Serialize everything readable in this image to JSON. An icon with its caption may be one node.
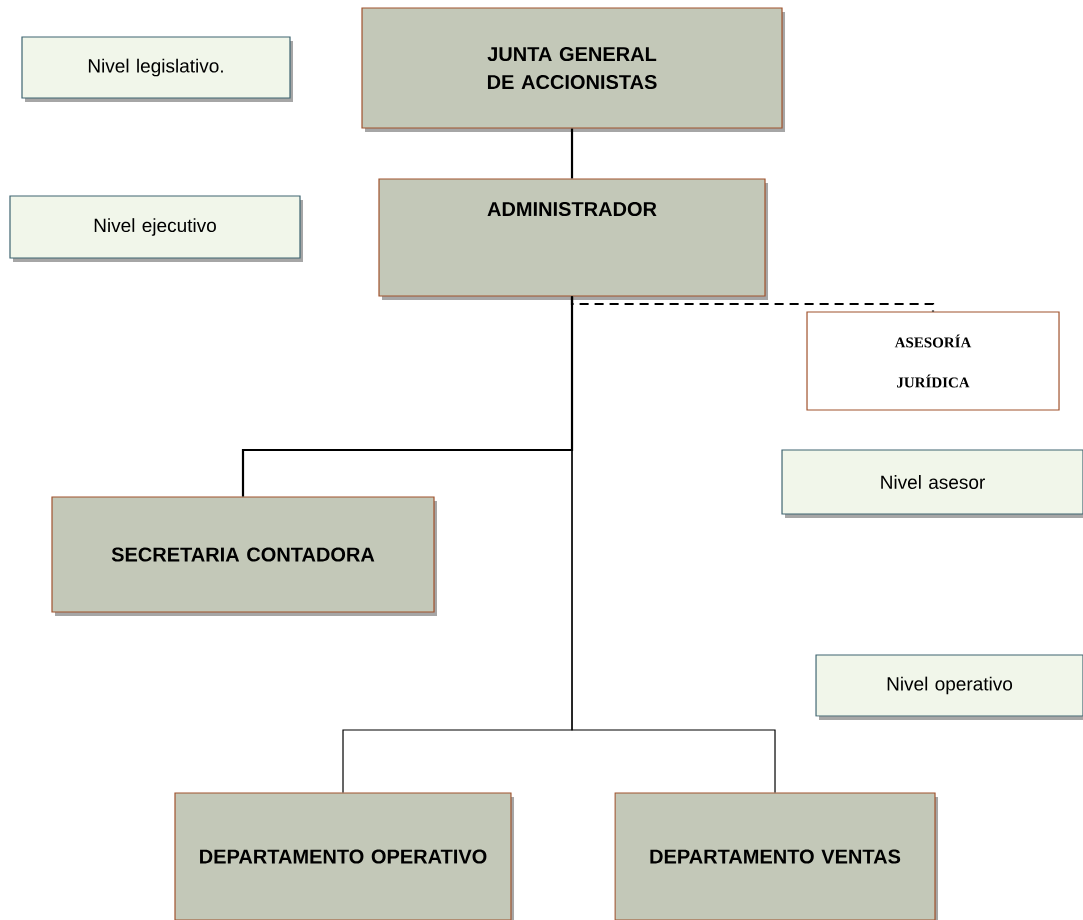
{
  "diagram": {
    "nodes": [
      {
        "text": [
          "Nivel legislativo."
        ]
      },
      {
        "text": [
          "JUNTA GENERAL DE ACCIONISTAS"
        ]
      },
      {
        "text": [
          "Nivel ejecutivo"
        ]
      },
      {
        "text": [
          "ADMINISTRADOR"
        ]
      },
      {
        "text": [
          "ASESORÍA JURÍDICA"
        ]
      },
      {
        "text": [
          "Nivel asesor"
        ]
      },
      {
        "text": [
          "SECRETARIA CONTADORA"
        ]
      },
      {
        "text": [
          "Nivel operativo"
        ]
      },
      {
        "text": [
          "DEPARTAMENTO OPERATIVO"
        ]
      },
      {
        "text": [
          "DEPARTAMENTO VENTAS"
        ]
      }
    ],
    "edges": [
      {
        "from": 1,
        "to": 3,
        "arrow": "none"
      },
      {
        "from": 3,
        "to": 4,
        "arrow": "none",
        "style": "dashed"
      },
      {
        "from": 3,
        "to": 6,
        "arrow": "none"
      },
      {
        "from": 3,
        "to": 8,
        "arrow": "none"
      },
      {
        "from": 3,
        "to": 9,
        "arrow": "none"
      }
    ]
  }
}
